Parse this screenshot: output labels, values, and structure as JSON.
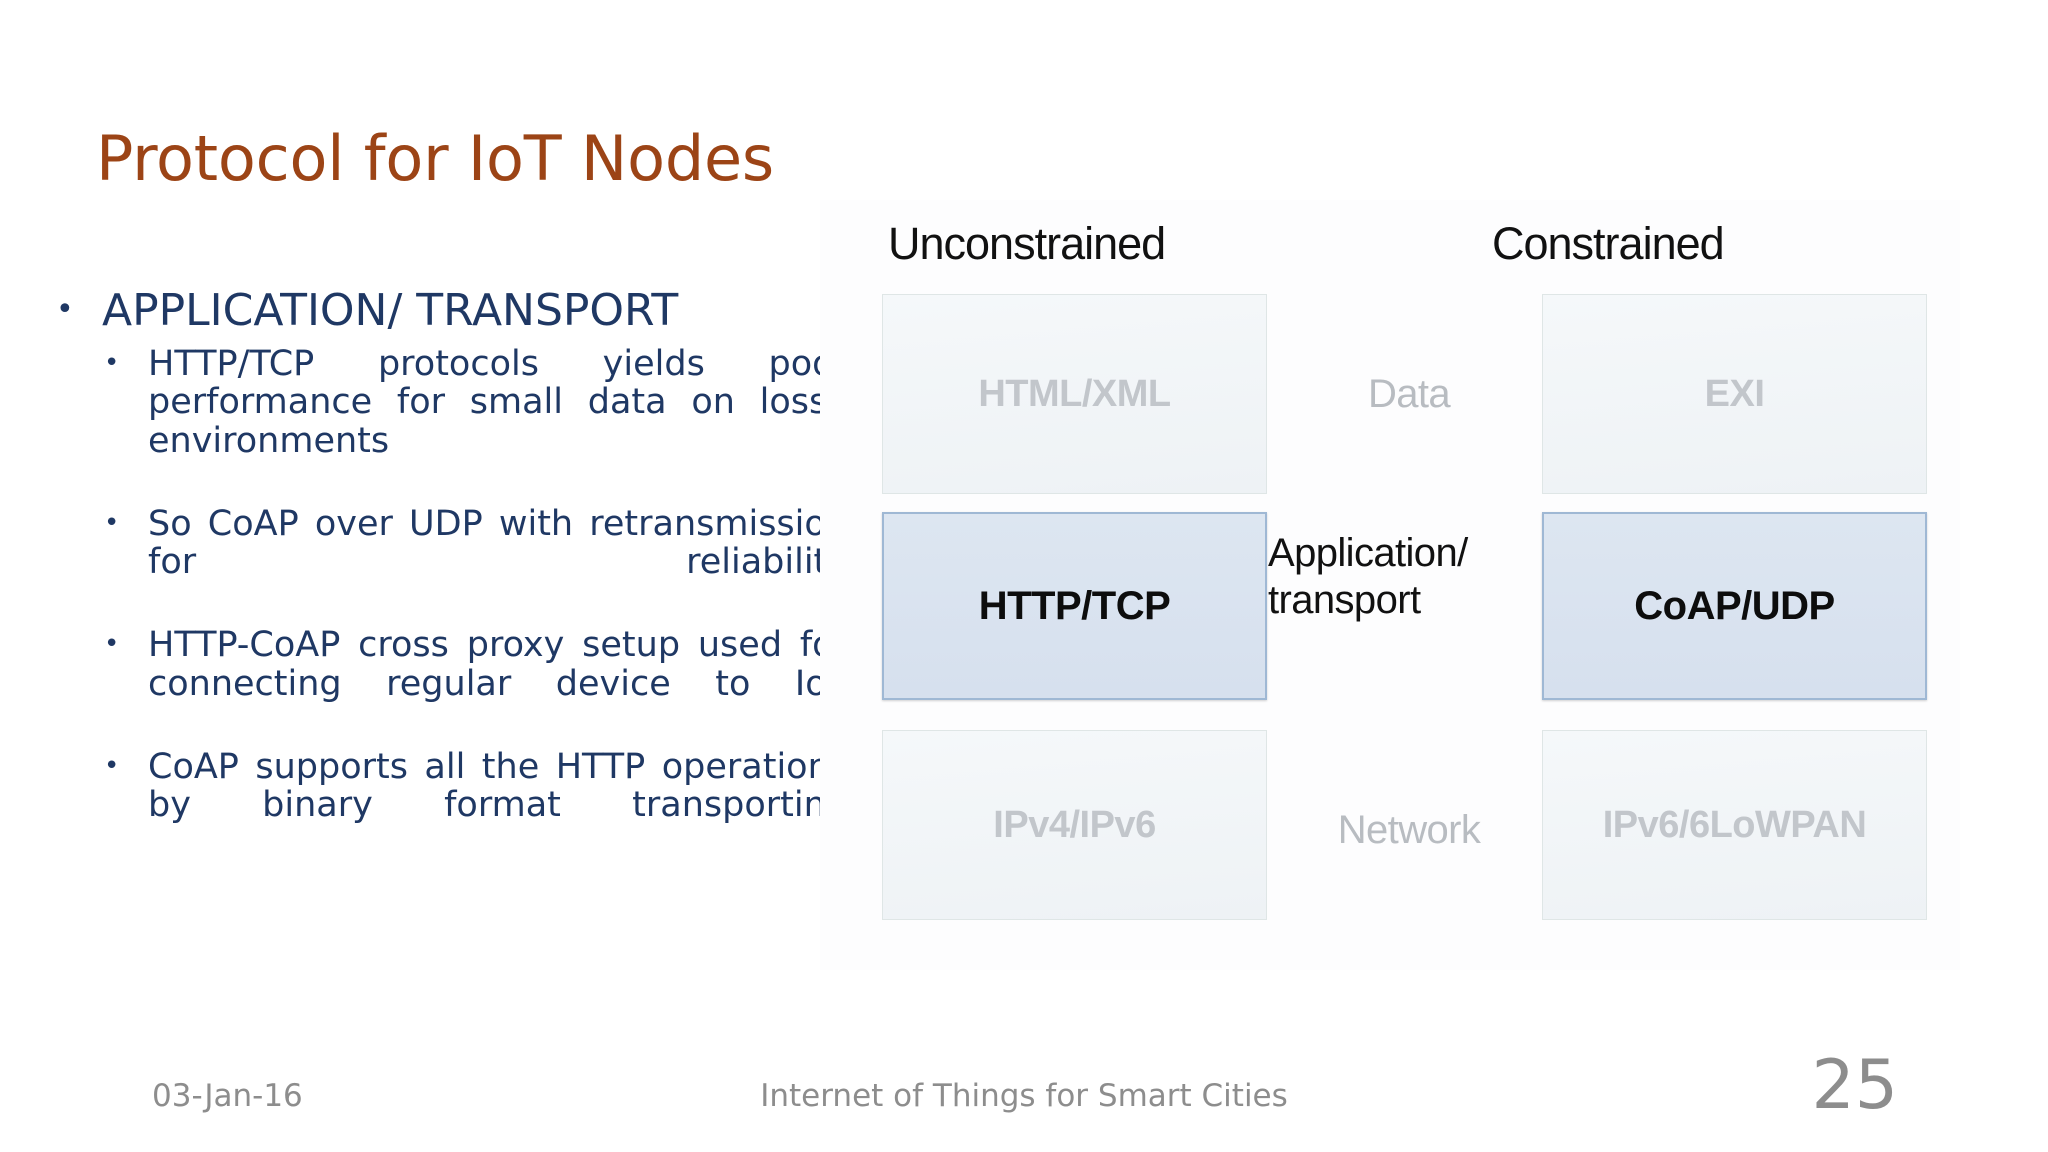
{
  "slide": {
    "title": "Protocol for IoT Nodes"
  },
  "content": {
    "bullet_glyph": "•",
    "level1": [
      {
        "text": "APPLICATION/ TRANSPORT"
      }
    ],
    "level2": [
      {
        "text": "HTTP/TCP protocols yields poor performance for small data on lossy environments"
      },
      {
        "text": "So CoAP over UDP with retransmission for reliability"
      },
      {
        "text": "HTTP-CoAP cross proxy setup used for connecting regular device to IoT"
      },
      {
        "text": "CoAP supports all the HTTP operations by binary format transporting"
      }
    ]
  },
  "diagram": {
    "headers": {
      "left": "Unconstrained",
      "right": "Constrained"
    },
    "rows": [
      {
        "middle_label": "Data",
        "left_box": "HTML/XML",
        "right_box": "EXI",
        "highlighted": false
      },
      {
        "middle_label": "Application/\ntransport",
        "left_box": "HTTP/TCP",
        "right_box": "CoAP/UDP",
        "highlighted": true
      },
      {
        "middle_label": "Network",
        "left_box": "IPv4/IPv6",
        "right_box": "IPv6/6LoWPAN",
        "highlighted": false
      }
    ],
    "colors": {
      "dim_text": "#c2c6cb",
      "dim_fill": "#f2f6f8",
      "highlight_fill": "#dbe5f1",
      "highlight_border": "#9fb8d4",
      "active_text": "#0d0d0d"
    }
  },
  "footer": {
    "date": "03-Jan-16",
    "center": "Internet of Things for Smart Cities",
    "page_number": "25"
  },
  "theme": {
    "title_color": "#9C4416",
    "body_text_color": "#1F3864",
    "footer_color": "#8d8d8d",
    "background": "#ffffff"
  }
}
